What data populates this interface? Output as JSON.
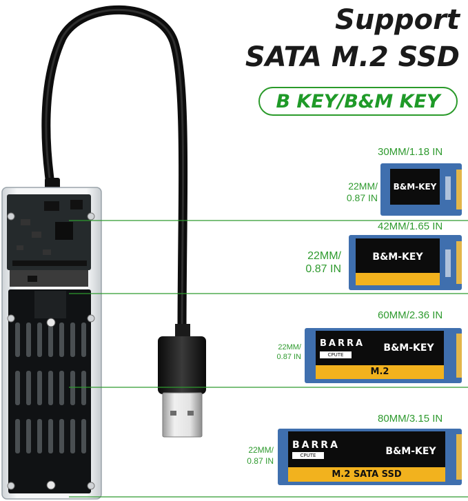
{
  "headline": {
    "line1": "Support",
    "line2": "SATA M.2 SSD"
  },
  "key_badge": "B KEY/B&M KEY",
  "ssd_sizes": [
    {
      "length_label": "30MM/1.18 IN",
      "width_line1": "22MM/",
      "width_line2": "0.87 IN",
      "key_label": "B&M-KEY",
      "brand": "",
      "brand_sub": "",
      "model": ""
    },
    {
      "length_label": "42MM/1.65 IN",
      "width_line1": "22MM/",
      "width_line2": "0.87 IN",
      "key_label": "B&M-KEY",
      "brand": "",
      "brand_sub": "",
      "model": ""
    },
    {
      "length_label": "60MM/2.36 IN",
      "width_line1": "22MM/",
      "width_line2": "0.87 IN",
      "key_label": "B&M-KEY",
      "brand": "BARRA",
      "brand_sub": "CPUTE",
      "model": "M.2"
    },
    {
      "length_label": "80MM/3.15 IN",
      "width_line1": "22MM/",
      "width_line2": "0.87 IN",
      "key_label": "B&M-KEY",
      "brand": "BARRA",
      "brand_sub": "CPUTE",
      "model": "M.2 SATA SSD"
    }
  ],
  "colors": {
    "accent_green": "#2e9a2e",
    "ssd_label_black": "#0c0c0c",
    "ssd_label_gold": "#f2b21e",
    "pcb_blue": "#3f6fae"
  }
}
